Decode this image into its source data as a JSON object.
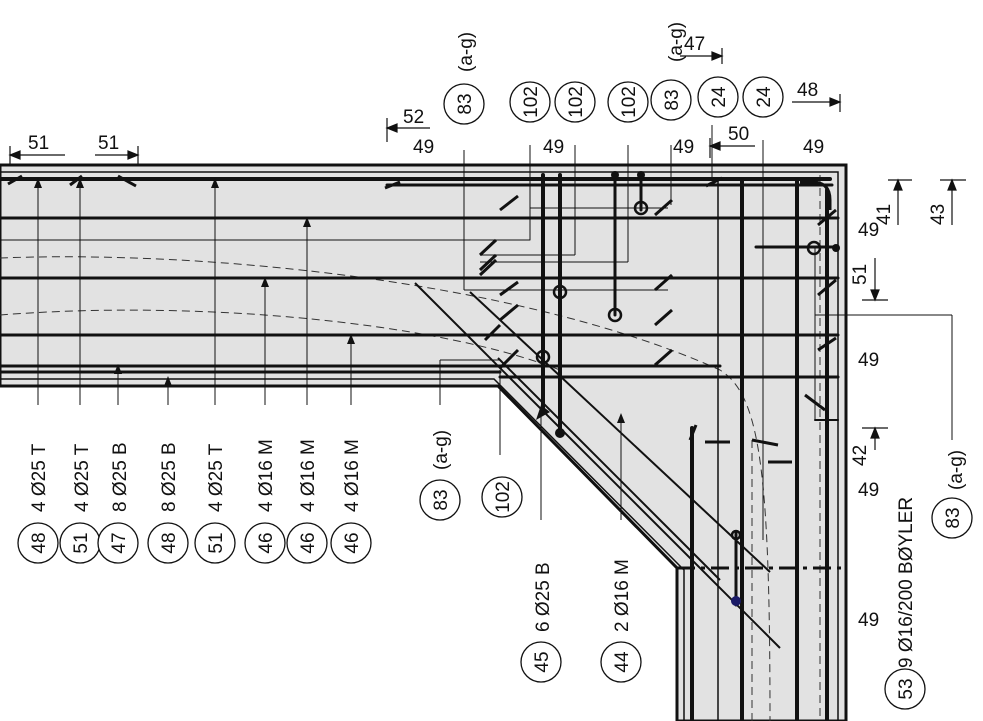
{
  "drawing": {
    "colors": {
      "concrete": "#e2e2e2",
      "line": "#111111",
      "background": "#ffffff",
      "marker": "#1a1a66"
    },
    "top_dimension_numbers": [
      "51",
      "51",
      "52",
      "49",
      "49",
      "49",
      "47",
      "50",
      "49",
      "48"
    ],
    "right_dimension_numbers": [
      "41",
      "43",
      "49",
      "51",
      "49",
      "42",
      "49",
      "49"
    ],
    "left_bar_group": {
      "labels": [
        "4 Ø25 T",
        "4 Ø25 T",
        "8 Ø25 B",
        "8 Ø25 B",
        "4 Ø25 T",
        "4 Ø16 M",
        "4 Ø16 M",
        "4 Ø16 M"
      ],
      "marks": [
        "48",
        "51",
        "47",
        "48",
        "51",
        "46",
        "46",
        "46"
      ]
    },
    "middle_marks": {
      "range_label": "(a-g)",
      "mark_83": "83",
      "mark_102": "102"
    },
    "top_marks": {
      "range_label": "(a-g)",
      "circles": [
        "83",
        "102",
        "102",
        "102",
        "83",
        "24",
        "24"
      ]
    },
    "corner_bars": [
      {
        "label": "6 Ø25 B",
        "mark": "45"
      },
      {
        "label": "2 Ø16 M",
        "mark": "44"
      }
    ],
    "stirrups": {
      "label": "9 Ø16/200 BØYLER",
      "mark": "53"
    },
    "right_marks": {
      "range_label": "(a-g)",
      "mark": "83"
    }
  }
}
